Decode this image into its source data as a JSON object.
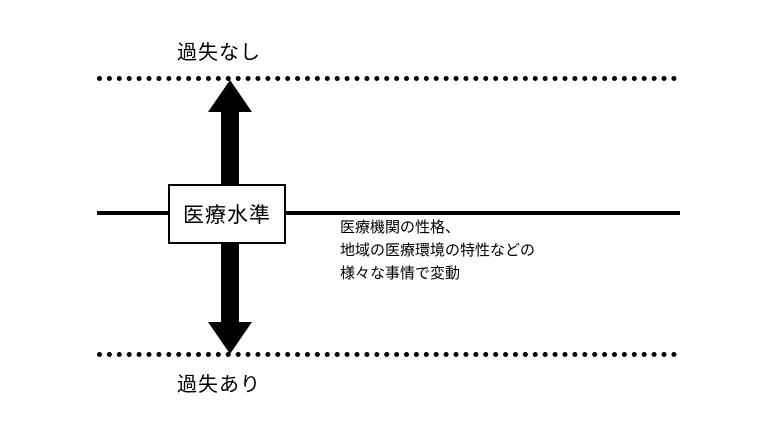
{
  "diagram": {
    "label_top": "過失なし",
    "label_bottom": "過失あり",
    "center_box": "医療水準",
    "note_lines": [
      "医療機関の性格、",
      "地域の医療環境の特性などの",
      "様々な事情で変動"
    ]
  }
}
